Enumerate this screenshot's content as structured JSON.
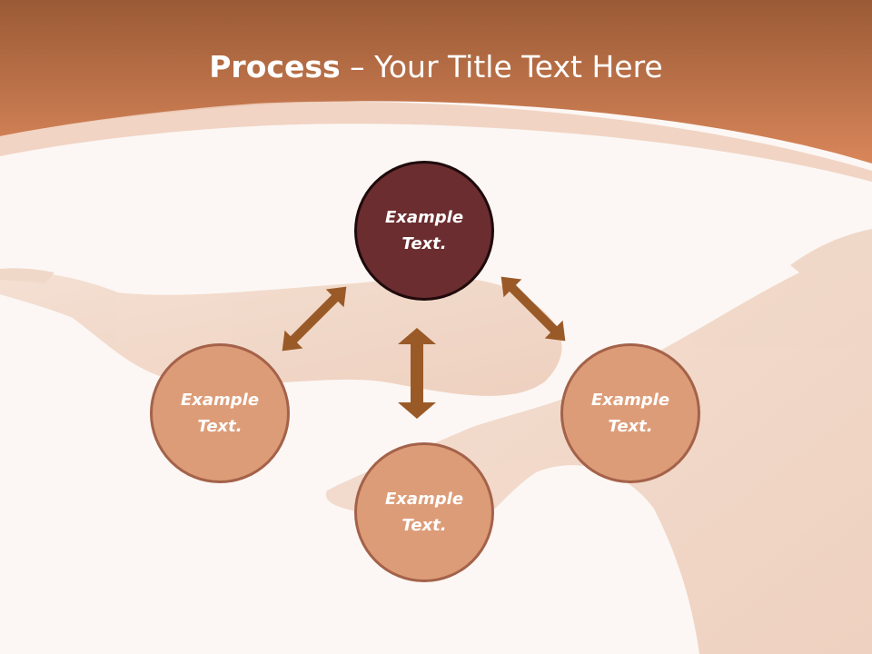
{
  "header": {
    "title_bold": "Process",
    "title_rest": " – Your Title Text Here"
  },
  "nodes": {
    "top": {
      "line1": "Example",
      "line2": "Text."
    },
    "left": {
      "line1": "Example",
      "line2": "Text."
    },
    "right": {
      "line1": "Example",
      "line2": "Text."
    },
    "bottom": {
      "line1": "Example",
      "line2": "Text."
    }
  },
  "colors": {
    "header": "#c9774d",
    "center_node": "#6b2d2f",
    "side_nodes": "#dd9c78",
    "arrows": "#9a5a28"
  }
}
